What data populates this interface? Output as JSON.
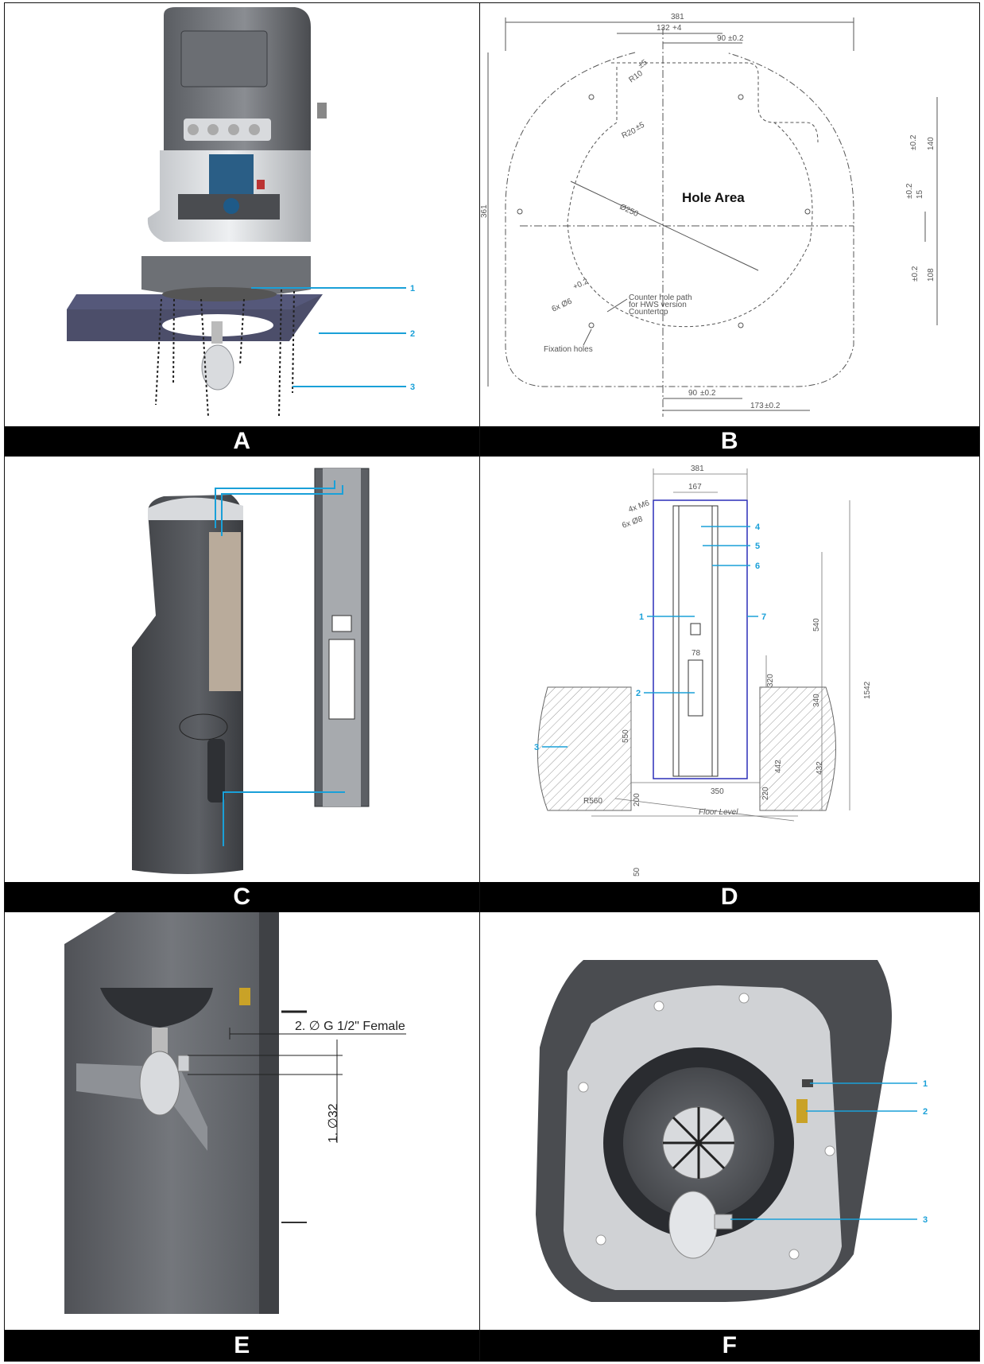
{
  "panels": {
    "A": {
      "label": "A",
      "callouts": [
        "1",
        "2",
        "3"
      ]
    },
    "B": {
      "label": "B",
      "hole_area": "Hole Area",
      "dims": {
        "top_width": "381",
        "top_132": "132",
        "top_132_tol": "+4",
        "top_90": "90",
        "top_90_tol": "±0.2",
        "r10": "R10",
        "r10_tol": "±5",
        "r20": "R20",
        "r20_tol": "±5",
        "dia250": "Ø250",
        "left_361": "361",
        "right_140": "140",
        "right_140_tol": "±0.2",
        "right_15": "15",
        "right_15_tol": "±0.2",
        "right_108": "108",
        "right_108_tol": "±0.2",
        "bottom_90": "90",
        "bottom_90_tol": "±0.2",
        "bottom_173": "173",
        "bottom_173_tol": "±0.2",
        "holes_6x": "6x Ø6",
        "holes_6x_tol": "+0.2"
      },
      "notes": {
        "counter_line1": "Counter hole path",
        "counter_line2": "for HWS version",
        "counter_line3": "Countertop",
        "fixation": "Fixation holes"
      }
    },
    "C": {
      "label": "C"
    },
    "D": {
      "label": "D",
      "callouts": [
        "4",
        "5",
        "6",
        "1",
        "7",
        "2",
        "3"
      ],
      "dims": {
        "w381": "381",
        "w167": "167",
        "m6": "4x M6",
        "d8": "6x Ø8",
        "h540": "540",
        "h1542": "1542",
        "h340": "340",
        "h320": "320",
        "w78": "78",
        "h550": "550",
        "r560": "R560",
        "h442": "442",
        "h432": "432",
        "w350": "350",
        "h200": "200",
        "h220": "220",
        "h50": "50"
      },
      "floor_level": "Floor Level"
    },
    "E": {
      "label": "E",
      "dim_female": "2. ∅ G 1/2\" Female",
      "dim_32": "1. ∅32"
    },
    "F": {
      "label": "F",
      "callouts": [
        "1",
        "2",
        "3"
      ]
    }
  },
  "colors": {
    "callout": "#1aa0d8",
    "label_bar": "#000000",
    "label_text": "#ffffff",
    "metal_dark": "#4a4c50",
    "metal_mid": "#7c7f84",
    "metal_light": "#c8cacd",
    "frame_blue": "#2c2fb8",
    "brass": "#c9a227"
  }
}
